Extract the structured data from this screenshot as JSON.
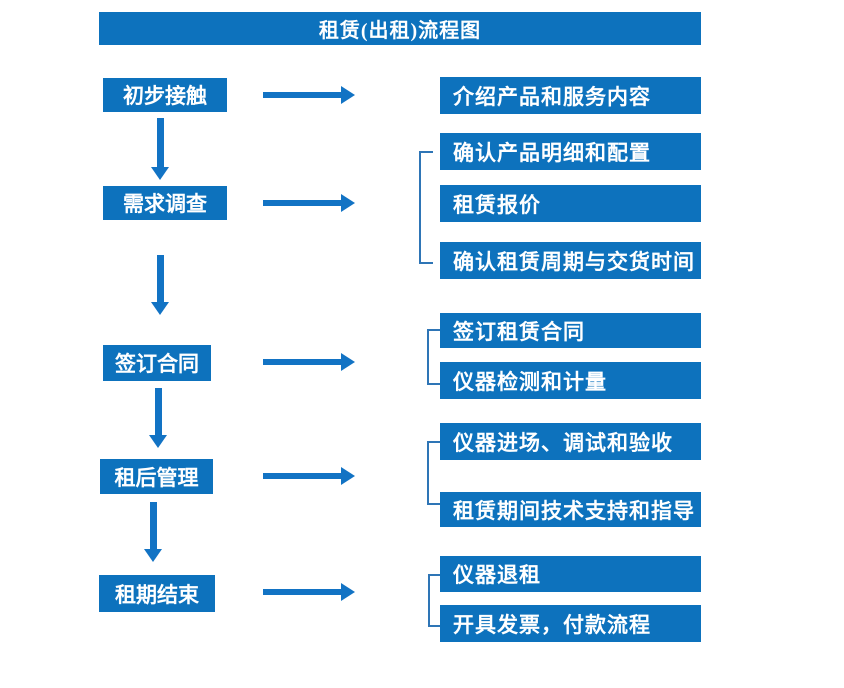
{
  "title": "租赁(出租)流程图",
  "colors": {
    "box_blue": "#0D72BD",
    "arrow_blue": "#1273C4",
    "bracket_blue": "#2E75B6",
    "text": "#FFFFFF",
    "background": "#FFFFFF"
  },
  "flow": [
    {
      "step": "初步接触",
      "details": [
        "介绍产品和服务内容"
      ]
    },
    {
      "step": "需求调查",
      "details": [
        "确认产品明细和配置",
        "租赁报价",
        "确认租赁周期与交货时间"
      ]
    },
    {
      "step": "签订合同",
      "details": [
        "签订租赁合同",
        "仪器检测和计量"
      ]
    },
    {
      "step": "租后管理",
      "details": [
        "仪器进场、调试和验收",
        "租赁期间技术支持和指导"
      ]
    },
    {
      "step": "租期结束",
      "details": [
        "仪器退租",
        "开具发票，付款流程"
      ]
    }
  ]
}
